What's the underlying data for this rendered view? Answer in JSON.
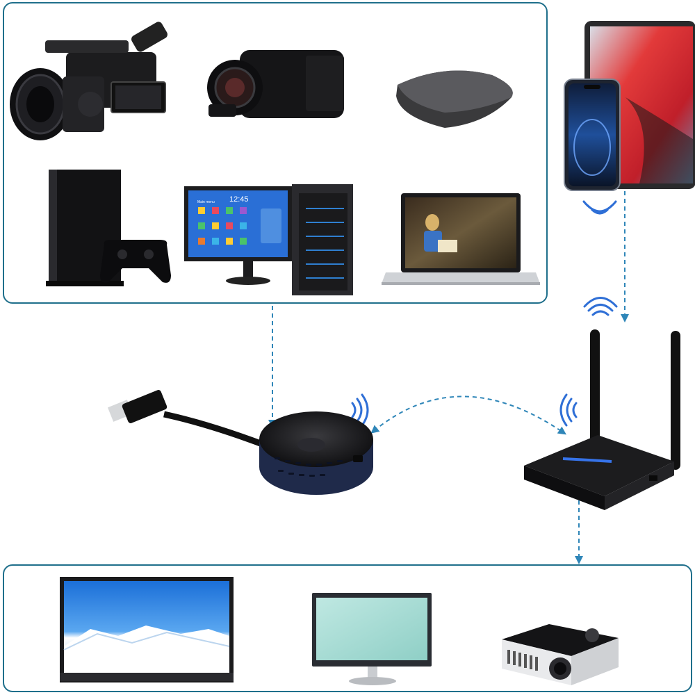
{
  "diagram": {
    "sources_wired": [
      "professional-camcorder",
      "handheld-camcorder",
      "tv-box",
      "game-console",
      "desktop-computer",
      "laptop"
    ],
    "sources_wireless": [
      "tablet",
      "smartphone"
    ],
    "transmitter": "hdmi-wireless-transmitter-dongle",
    "receiver": "wireless-receiver-box",
    "displays": [
      "television",
      "monitor",
      "projector"
    ],
    "colors": {
      "panel_border": "#1f6f8b",
      "arrow": "#2f86b8",
      "wifi": "#2f6fd6"
    }
  },
  "screens": {
    "monitor_clock": "12:45",
    "monitor_menu": "Main menu"
  }
}
